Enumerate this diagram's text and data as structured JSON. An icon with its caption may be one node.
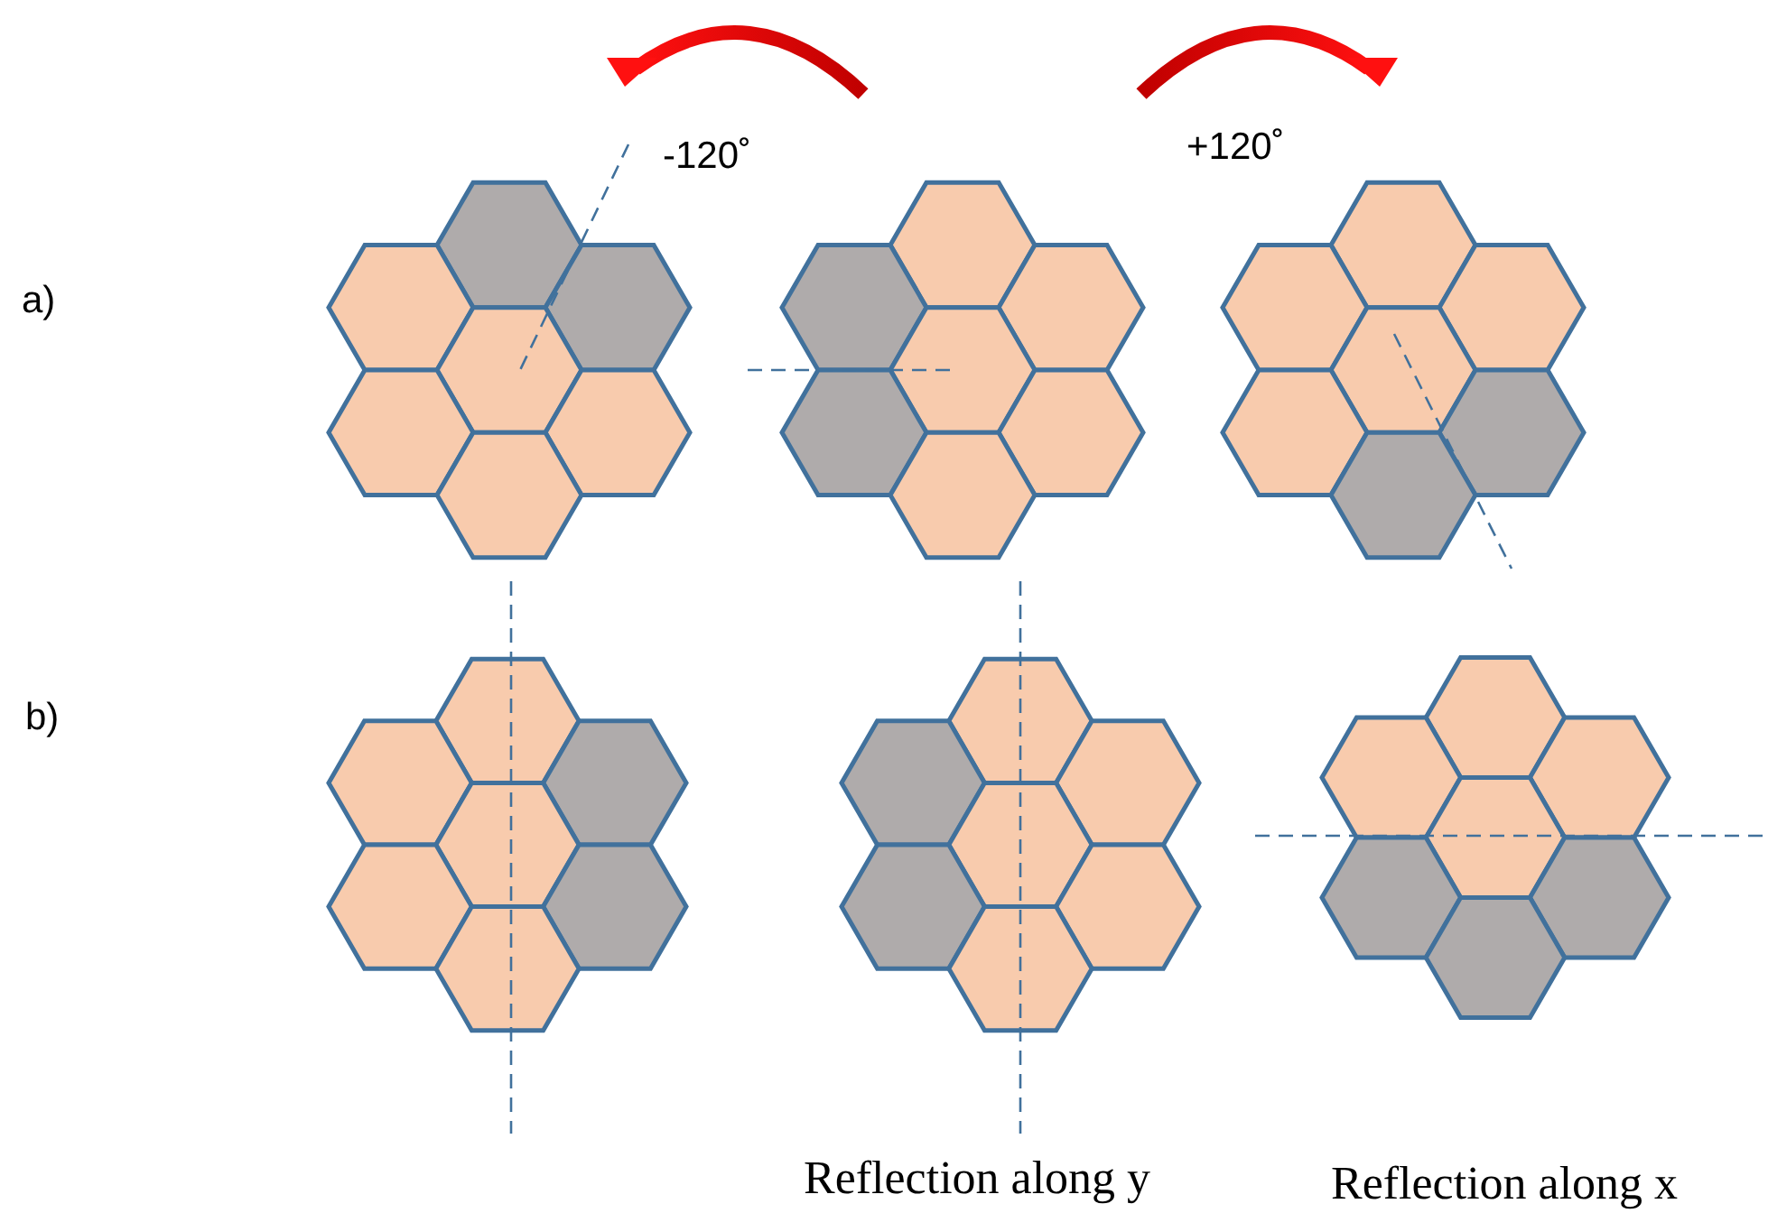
{
  "diagram": {
    "labels": [
      "a)",
      "-120˚",
      "+120˚",
      "b)",
      "Reflection along y",
      "Reflection along x"
    ]
  }
}
